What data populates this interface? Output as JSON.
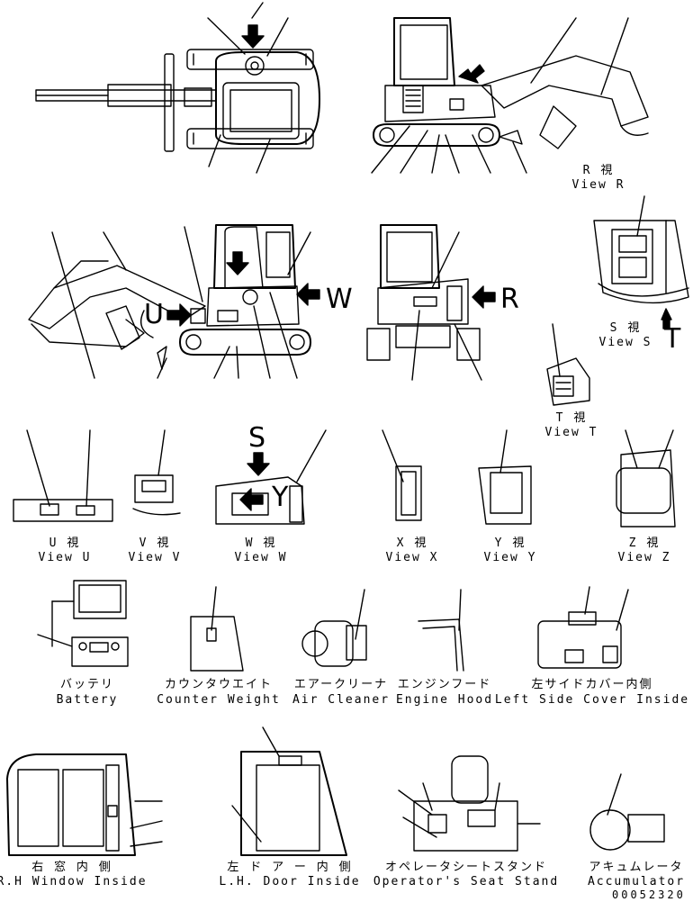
{
  "letters": {
    "W": "W",
    "R": "R",
    "U": "U",
    "S": "S",
    "T": "T",
    "Y": "Y"
  },
  "views": {
    "r": {
      "jp": "R 視",
      "en": "View R"
    },
    "s": {
      "jp": "S 視",
      "en": "View S"
    },
    "t": {
      "jp": "T 視",
      "en": "View T"
    },
    "u": {
      "jp": "U 視",
      "en": "View U"
    },
    "v": {
      "jp": "V 視",
      "en": "View V"
    },
    "w": {
      "jp": "W 視",
      "en": "View W"
    },
    "x": {
      "jp": "X 視",
      "en": "View X"
    },
    "y": {
      "jp": "Y 視",
      "en": "View Y"
    },
    "z": {
      "jp": "Z 視",
      "en": "View Z"
    }
  },
  "parts": {
    "battery": {
      "jp": "バッテリ",
      "en": "Battery"
    },
    "counter_weight": {
      "jp": "カウンタウエイト",
      "en": "Counter Weight"
    },
    "air_cleaner": {
      "jp": "エアークリーナ",
      "en": "Air Cleaner"
    },
    "engine_hood": {
      "jp": "エンジンフード",
      "en": "Engine Hood"
    },
    "left_cover": {
      "jp": "左サイドカバー内側",
      "en": "Left Side Cover Inside"
    },
    "rh_window": {
      "jp": "右 窓 内 側",
      "en": "R.H Window Inside"
    },
    "lh_door": {
      "jp": "左 ド ア ー 内 側",
      "en": "L.H. Door Inside"
    },
    "seat_stand": {
      "jp": "オペレータシートスタンド",
      "en": "Operator's Seat Stand"
    },
    "accumulator": {
      "jp": "アキュムレータ",
      "en": "Accumulator"
    }
  },
  "drawing_number": "00052320"
}
